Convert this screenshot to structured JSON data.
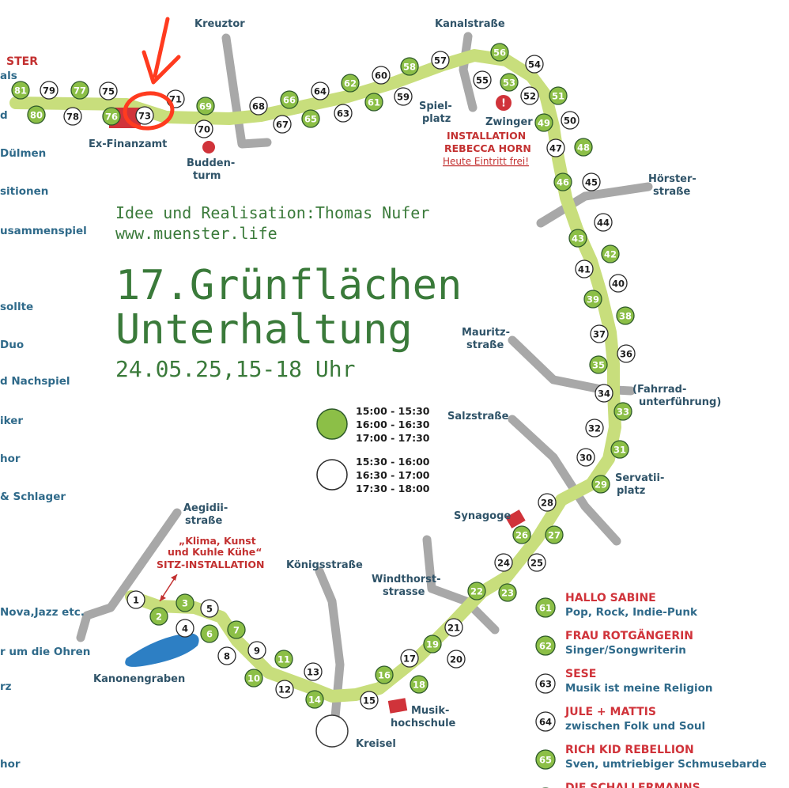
{
  "header_cut": "STER",
  "left_labels": [
    "als",
    "d",
    "Dülmen",
    "sitionen",
    "usammenspiel",
    "sollte",
    "Duo",
    "d Nachspiel",
    "iker",
    "hor",
    "& Schlager",
    "Nova,Jazz etc.",
    "r um die Ohren",
    "rz",
    "hor"
  ],
  "credit_line1": "Idee und Realisation:Thomas Nufer",
  "credit_line2": "www.muenster.life",
  "title_line1": "17.Grünflächen",
  "title_line2": "Unterhaltung",
  "date_line": "24.05.25,15-18 Uhr",
  "time_legend": {
    "green_times": [
      "15:00 - 15:30",
      "16:00 - 16:30",
      "17:00 - 17:30"
    ],
    "white_times": [
      "15:30 - 16:00",
      "16:30 - 17:00",
      "17:30 - 18:00"
    ]
  },
  "streets": {
    "kreuztor": "Kreuztor",
    "kanalstrasse": "Kanalstraße",
    "spielplatz": [
      "Spiel-",
      "platz"
    ],
    "zwinger": "Zwinger",
    "installation": [
      "INSTALLATION",
      "REBECCA HORN"
    ],
    "eintritt": "Heute Eintritt frei!",
    "hoerster": [
      "Hörster-",
      "straße"
    ],
    "mauritz": [
      "Mauritz-",
      "straße"
    ],
    "fahrrad": [
      "(Fahrrad-",
      "unterführung)"
    ],
    "salzstrasse": "Salzstraße",
    "servatii": [
      "Servatii-",
      "platz"
    ],
    "synagoge": "Synagoge",
    "windthorst": [
      "Windthorst-",
      "strasse"
    ],
    "koenigsstrasse": "Königsstraße",
    "musik": [
      "Musik-",
      "hochschule"
    ],
    "kreisel": "Kreisel",
    "aegidii": [
      "Aegidii-",
      "straße"
    ],
    "klima": [
      "„Klima, Kunst",
      "und Kuhle Kühe“",
      "SITZ-INSTALLATION"
    ],
    "kanonengraben": "Kanonengraben",
    "exfinanzamt": "Ex-Finanzamt",
    "buddenturm": [
      "Budden-",
      "turm"
    ]
  },
  "stops": [
    {
      "n": "1",
      "c": "w"
    },
    {
      "n": "2",
      "c": "g"
    },
    {
      "n": "3",
      "c": "g"
    },
    {
      "n": "4",
      "c": "w"
    },
    {
      "n": "5",
      "c": "w"
    },
    {
      "n": "6",
      "c": "g"
    },
    {
      "n": "7",
      "c": "g"
    },
    {
      "n": "8",
      "c": "w"
    },
    {
      "n": "9",
      "c": "w"
    },
    {
      "n": "10",
      "c": "g"
    },
    {
      "n": "11",
      "c": "g"
    },
    {
      "n": "12",
      "c": "w"
    },
    {
      "n": "13",
      "c": "w"
    },
    {
      "n": "14",
      "c": "g"
    },
    {
      "n": "15",
      "c": "w"
    },
    {
      "n": "16",
      "c": "g"
    },
    {
      "n": "17",
      "c": "w"
    },
    {
      "n": "18",
      "c": "g"
    },
    {
      "n": "19",
      "c": "g"
    },
    {
      "n": "20",
      "c": "w"
    },
    {
      "n": "21",
      "c": "w"
    },
    {
      "n": "22",
      "c": "g"
    },
    {
      "n": "23",
      "c": "g"
    },
    {
      "n": "24",
      "c": "w"
    },
    {
      "n": "25",
      "c": "w"
    },
    {
      "n": "26",
      "c": "g"
    },
    {
      "n": "27",
      "c": "g"
    },
    {
      "n": "28",
      "c": "w"
    },
    {
      "n": "29",
      "c": "g"
    },
    {
      "n": "30",
      "c": "w"
    },
    {
      "n": "31",
      "c": "g"
    },
    {
      "n": "32",
      "c": "w"
    },
    {
      "n": "33",
      "c": "g"
    },
    {
      "n": "34",
      "c": "w"
    },
    {
      "n": "35",
      "c": "g"
    },
    {
      "n": "36",
      "c": "w"
    },
    {
      "n": "37",
      "c": "w"
    },
    {
      "n": "38",
      "c": "g"
    },
    {
      "n": "39",
      "c": "g"
    },
    {
      "n": "40",
      "c": "w"
    },
    {
      "n": "41",
      "c": "w"
    },
    {
      "n": "42",
      "c": "g"
    },
    {
      "n": "43",
      "c": "g"
    },
    {
      "n": "44",
      "c": "w"
    },
    {
      "n": "45",
      "c": "w"
    },
    {
      "n": "46",
      "c": "g"
    },
    {
      "n": "47",
      "c": "w"
    },
    {
      "n": "48",
      "c": "g"
    },
    {
      "n": "49",
      "c": "g"
    },
    {
      "n": "50",
      "c": "w"
    },
    {
      "n": "51",
      "c": "g"
    },
    {
      "n": "52",
      "c": "w"
    },
    {
      "n": "53",
      "c": "g"
    },
    {
      "n": "54",
      "c": "w"
    },
    {
      "n": "55",
      "c": "w"
    },
    {
      "n": "56",
      "c": "g"
    },
    {
      "n": "57",
      "c": "w"
    },
    {
      "n": "58",
      "c": "g"
    },
    {
      "n": "59",
      "c": "w"
    },
    {
      "n": "60",
      "c": "w"
    },
    {
      "n": "61",
      "c": "g"
    },
    {
      "n": "62",
      "c": "g"
    },
    {
      "n": "63",
      "c": "w"
    },
    {
      "n": "64",
      "c": "w"
    },
    {
      "n": "65",
      "c": "g"
    },
    {
      "n": "66",
      "c": "g"
    },
    {
      "n": "67",
      "c": "w"
    },
    {
      "n": "68",
      "c": "w"
    },
    {
      "n": "69",
      "c": "g"
    },
    {
      "n": "70",
      "c": "w"
    },
    {
      "n": "71",
      "c": "w"
    },
    {
      "n": "73",
      "c": "w"
    },
    {
      "n": "75",
      "c": "w"
    },
    {
      "n": "76",
      "c": "g"
    },
    {
      "n": "77",
      "c": "g"
    },
    {
      "n": "78",
      "c": "w"
    },
    {
      "n": "79",
      "c": "w"
    },
    {
      "n": "80",
      "c": "g"
    },
    {
      "n": "81",
      "c": "g"
    }
  ],
  "performers": [
    {
      "num": "61",
      "c": "g",
      "name": "HALLO SABINE",
      "desc": "Pop, Rock, Indie-Punk"
    },
    {
      "num": "62",
      "c": "g",
      "name": "FRAU ROTGÄNGERIN",
      "desc": "Singer/Songwriterin"
    },
    {
      "num": "63",
      "c": "w",
      "name": "SESE",
      "desc": "Musik ist meine Religion"
    },
    {
      "num": "64",
      "c": "w",
      "name": "JULE + MATTIS",
      "desc": "zwischen Folk und Soul"
    },
    {
      "num": "65",
      "c": "g",
      "name": "RICH KID REBELLION",
      "desc": "Sven, umtriebiger Schmusebarde"
    },
    {
      "num": "",
      "c": "g",
      "name": "DIE SCHALLERMANNS",
      "desc": ""
    }
  ],
  "colors": {
    "route": "#c8de7c",
    "green_stop": "#8cbf47",
    "road": "#a8a8a8",
    "accent_red": "#d0333a",
    "highlight_red": "#ff3b1f",
    "pond": "#2d7fc4"
  }
}
